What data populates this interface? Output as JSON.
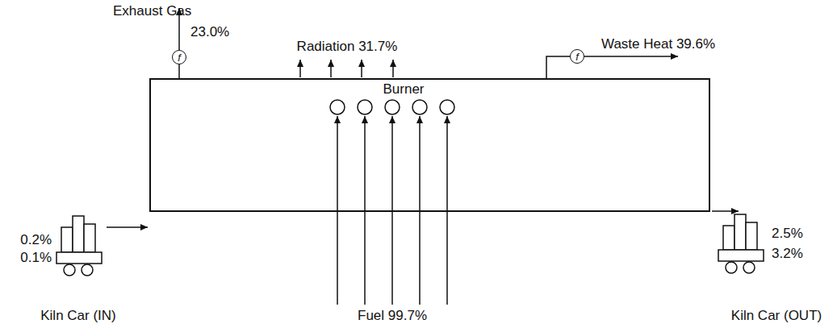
{
  "diagram": {
    "nodes": [
      {
        "text": [
          "Burner"
        ]
      },
      {
        "text": [
          "f"
        ]
      },
      {
        "text": [
          "f"
        ]
      }
    ],
    "edges": [
      {
        "from": 0,
        "to": 1,
        "arrow": "none"
      },
      {
        "from": 0,
        "to": 2,
        "arrow": "none"
      }
    ],
    "labels": [
      "Exhaust Gas",
      "23.0%",
      "Radiation 31.7%",
      "Waste Heat 39.6%",
      "0.2%",
      "0.1%",
      "2.5%",
      "3.2%",
      "Kiln Car (IN)",
      "Fuel 99.7%",
      "Kiln Car (OUT)"
    ]
  }
}
